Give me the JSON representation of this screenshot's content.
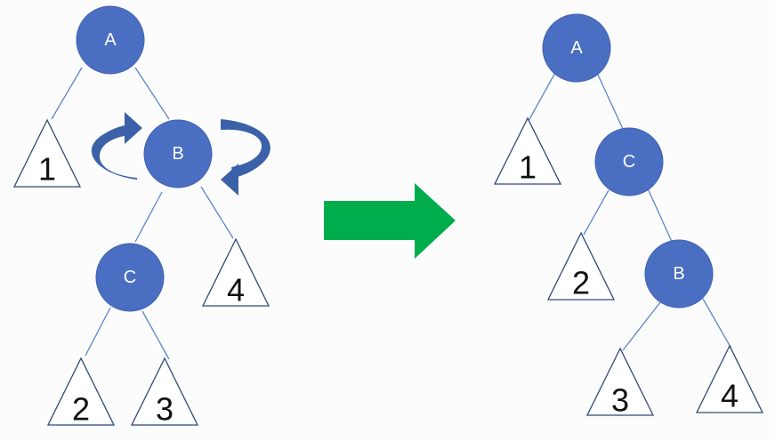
{
  "diagram": {
    "before": {
      "nodes": {
        "a": "A",
        "b": "B",
        "c": "C"
      },
      "subtrees": {
        "t1": "1",
        "t2": "2",
        "t3": "3",
        "t4": "4"
      }
    },
    "after": {
      "nodes": {
        "a": "A",
        "c": "C",
        "b": "B"
      },
      "subtrees": {
        "t1": "1",
        "t2": "2",
        "t3": "3",
        "t4": "4"
      }
    },
    "colors": {
      "node": "#4a6fc2",
      "edge": "#5b86c8",
      "rotation_arrow": "#3b61a8",
      "transform_arrow": "#00ad4d"
    },
    "icons": {
      "rotation_left": "curved-arrow-icon",
      "rotation_right": "curved-arrow-icon",
      "transform": "right-arrow-icon"
    }
  }
}
